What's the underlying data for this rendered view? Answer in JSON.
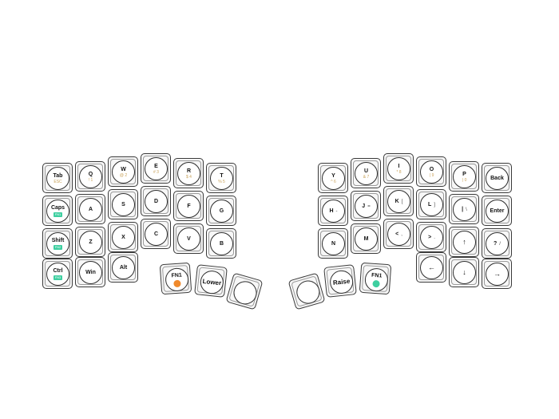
{
  "keyboard": {
    "left": {
      "row1": [
        {
          "label": "Tab",
          "sub": "ESC"
        },
        {
          "label": "Q",
          "sub": "!  1"
        },
        {
          "label": "W",
          "sub": "@  2"
        },
        {
          "label": "E",
          "sub": "#  3"
        },
        {
          "label": "R",
          "sub": "$  4"
        },
        {
          "label": "T",
          "sub": "%  5"
        }
      ],
      "row2": [
        {
          "label": "Caps",
          "badge": "FN1"
        },
        {
          "label": "A"
        },
        {
          "label": "S"
        },
        {
          "label": "D"
        },
        {
          "label": "F"
        },
        {
          "label": "G"
        }
      ],
      "row3": [
        {
          "label": "Shift",
          "badge": "FN2"
        },
        {
          "label": "Z"
        },
        {
          "label": "X"
        },
        {
          "label": "C"
        },
        {
          "label": "V"
        },
        {
          "label": "B"
        }
      ],
      "row4": [
        {
          "label": "Ctrl",
          "badge": "FN3"
        },
        {
          "label": "Win"
        },
        {
          "label": "Alt"
        }
      ],
      "thumbs": [
        {
          "label": "FN1",
          "dot_color": "#f08a2c"
        },
        {
          "label": "Lower"
        },
        {
          "label": ""
        }
      ]
    },
    "right": {
      "row1": [
        {
          "label": "Y",
          "sub": "^  6"
        },
        {
          "label": "U",
          "sub": "&  7"
        },
        {
          "label": "I",
          "sub": "*  8"
        },
        {
          "label": "O",
          "sub": "(  9"
        },
        {
          "label": "P",
          "sub": ")  0"
        },
        {
          "label": "Back"
        }
      ],
      "row2": [
        {
          "label": "H",
          "sub2": "-"
        },
        {
          "label": "J",
          "sub2": "="
        },
        {
          "label": "K",
          "sub2": "["
        },
        {
          "label": "L",
          "sub2": "]"
        },
        {
          "label": "|",
          "sub2": "\\"
        },
        {
          "label": "Enter"
        }
      ],
      "row3": [
        {
          "label": "N"
        },
        {
          "label": "M"
        },
        {
          "label": "<",
          "sub2": ","
        },
        {
          "label": ">",
          "sub2": "."
        },
        {
          "label": "↑"
        },
        {
          "label": "?",
          "sub2": "/"
        }
      ],
      "row4": [
        {
          "label": "←"
        },
        {
          "label": "↓"
        },
        {
          "label": "→"
        }
      ],
      "thumbs": [
        {
          "label": ""
        },
        {
          "label": "Raise"
        },
        {
          "label": "FN1",
          "dot_color": "#3ecfa0"
        }
      ]
    }
  }
}
